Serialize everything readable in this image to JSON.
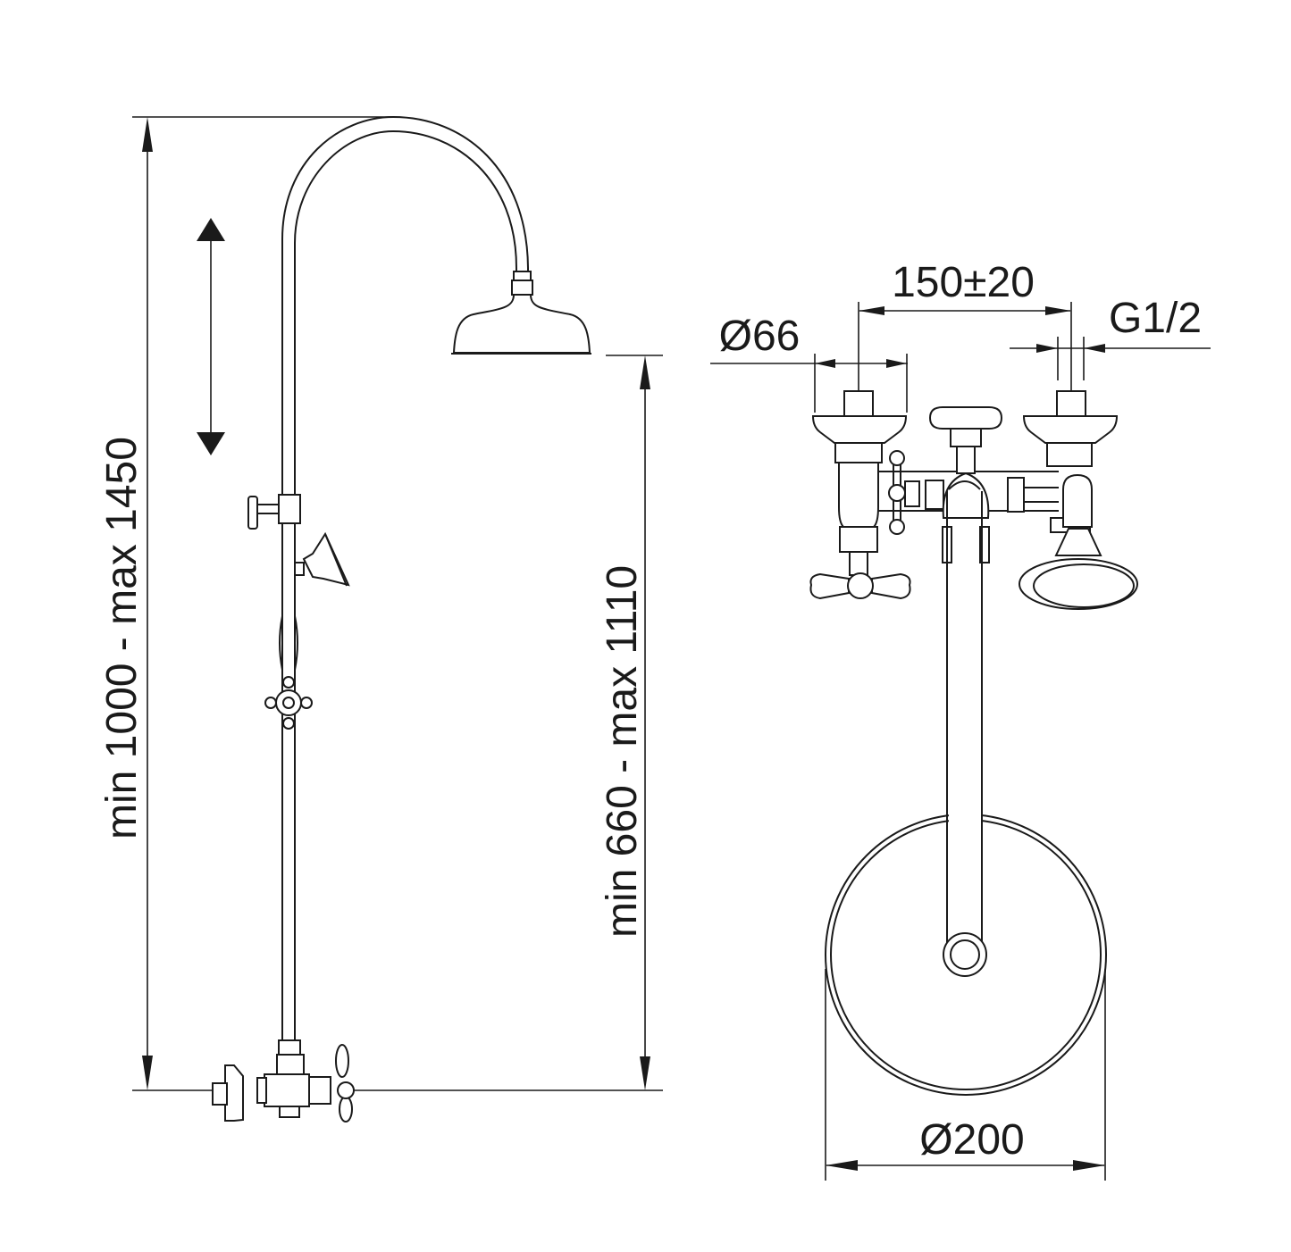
{
  "drawing": {
    "subject": "Exposed shower column with rain shower head, hand shower and wall mixer",
    "views": [
      "side-view",
      "front-view"
    ],
    "colors": {
      "line": "#1a1a1a",
      "background": "#ffffff"
    }
  },
  "side_view": {
    "total_height_label": "min 1000 - max 1450",
    "head_height_label": "min 660 - max 1110",
    "adjustment_arrow": "height-adjustable"
  },
  "front_view": {
    "centers_label": "150±20",
    "flange_diameter_label": "Ø66",
    "thread_label": "G1/2",
    "head_diameter_label": "Ø200"
  }
}
